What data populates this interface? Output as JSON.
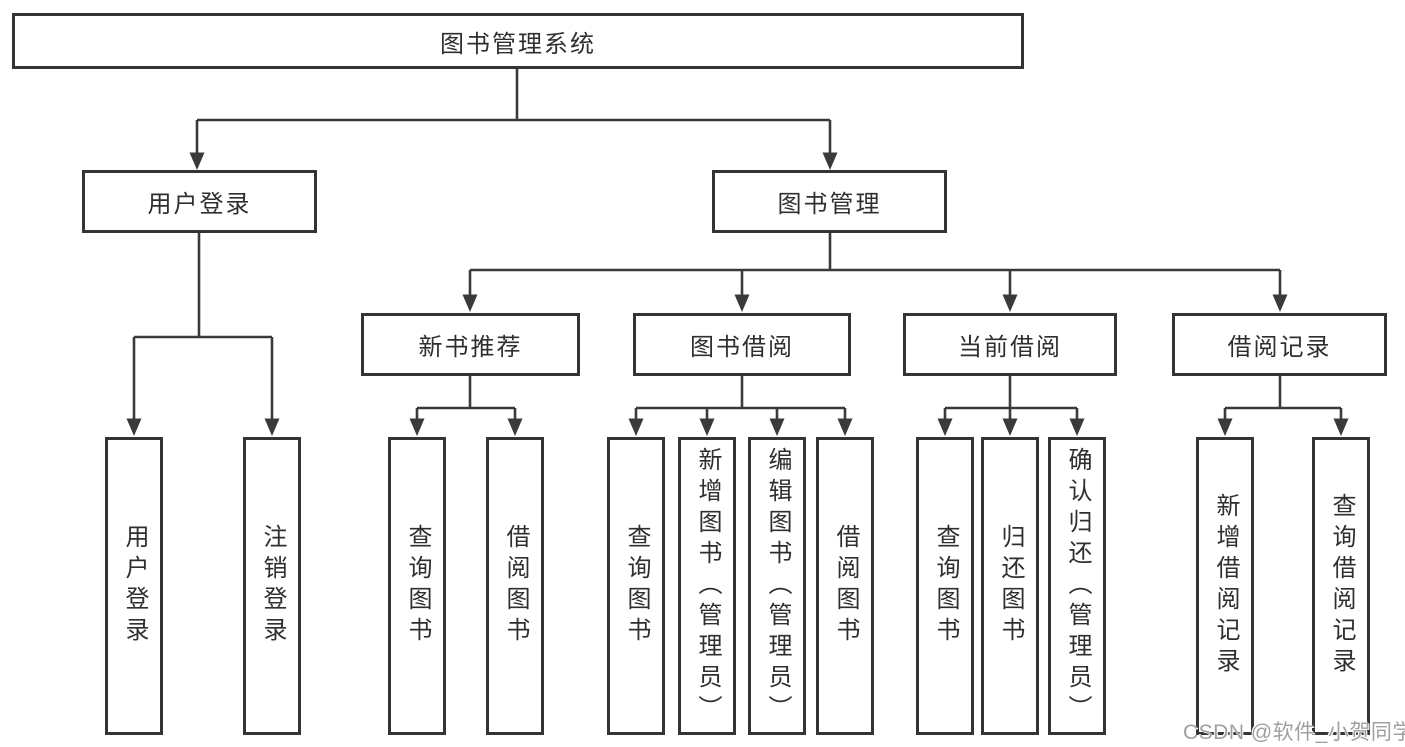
{
  "diagram": {
    "root": "图书管理系统",
    "user_login": {
      "label": "用户登录",
      "children": {
        "login": "用户登录",
        "logout": "注销登录"
      }
    },
    "book_mgmt": {
      "label": "图书管理",
      "sections": {
        "new_book": {
          "label": "新书推荐",
          "children": {
            "query": "查询图书",
            "borrow": "借阅图书"
          }
        },
        "book_borrow": {
          "label": "图书借阅",
          "children": {
            "query": "查询图书",
            "add": "新增图书（管理员）",
            "edit": "编辑图书（管理员）",
            "borrow": "借阅图书"
          }
        },
        "current_borrow": {
          "label": "当前借阅",
          "children": {
            "query": "查询图书",
            "return": "归还图书",
            "confirm": "确认归还（管理员）"
          }
        },
        "borrow_records": {
          "label": "借阅记录",
          "children": {
            "add": "新增借阅记录",
            "query": "查询借阅记录"
          }
        }
      }
    }
  },
  "watermark": {
    "text": "CSDN @软件_小贺同学"
  },
  "colors": {
    "line": "#3a3a3a",
    "box_border": "#343434",
    "text": "#2f2f2f",
    "background": "#ffffff",
    "watermark": "#a0a0a0"
  }
}
